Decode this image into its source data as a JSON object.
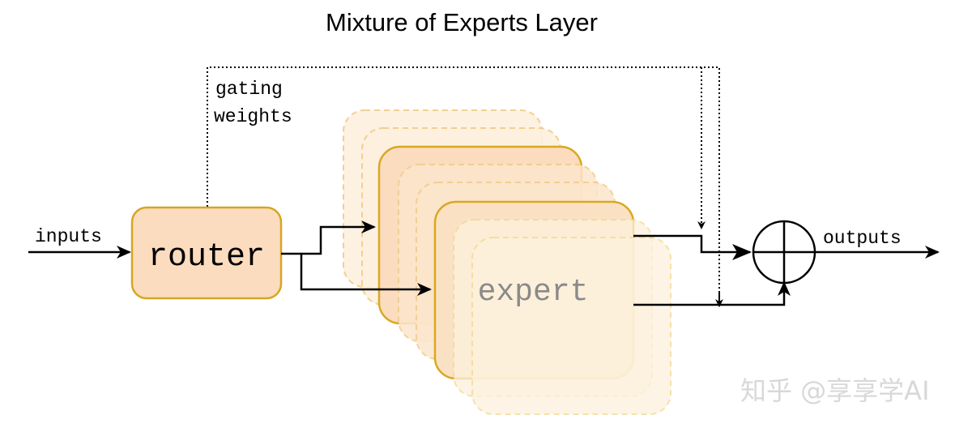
{
  "title": "Mixture of Experts Layer",
  "labels": {
    "inputs": "inputs",
    "outputs": "outputs",
    "gating_line1": "gating",
    "gating_line2": "weights",
    "router": "router",
    "expert": "expert"
  },
  "watermark": "知乎 @享享学AI",
  "colors": {
    "router_fill": "#fbdcbf",
    "router_stroke": "#d6a622",
    "expert_fill": "#fbe1c4",
    "expert_stroke": "#d9a822",
    "ghost_fill": "#fdf0df",
    "ghost_stroke": "#f0cc88",
    "line": "#000000"
  }
}
